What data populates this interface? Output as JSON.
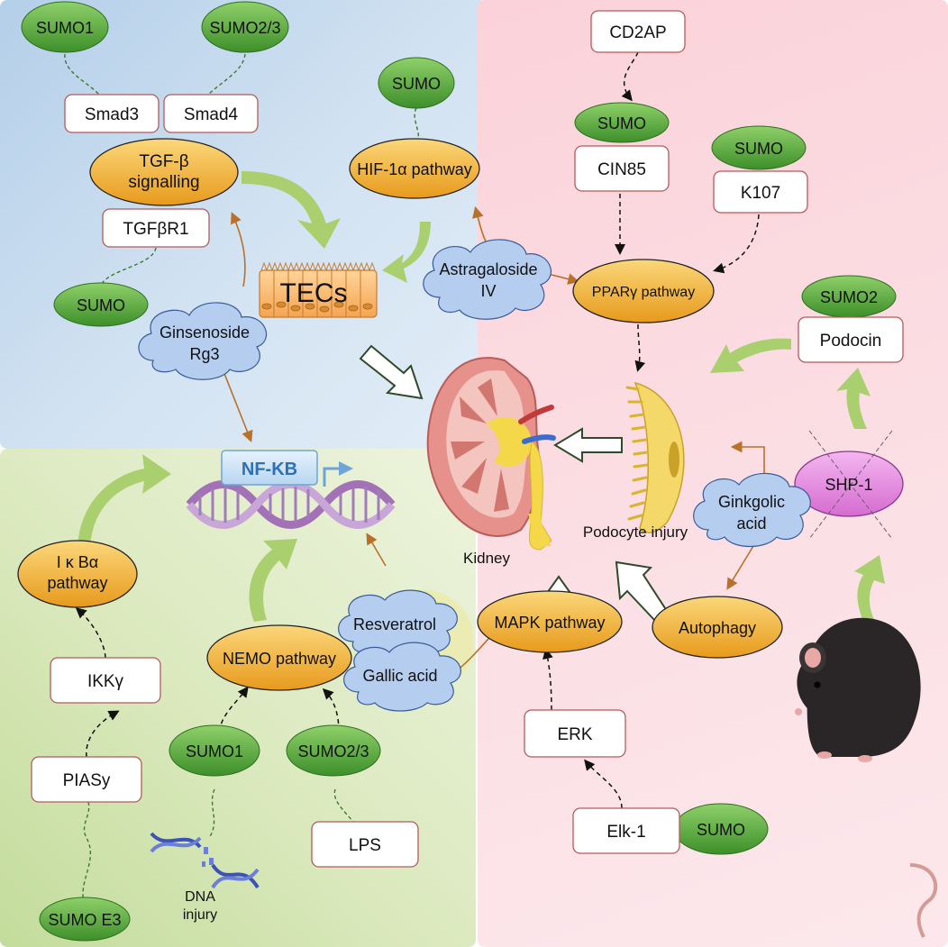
{
  "sumo": {
    "sumo1_a": "SUMO1",
    "sumo23_a": "SUMO2/3",
    "hif": "SUMO",
    "tgfbr1": "SUMO",
    "cin85": "SUMO",
    "k107": "SUMO",
    "podocin": "SUMO2",
    "sumo1_b": "SUMO1",
    "sumo23_b": "SUMO2/3",
    "e3": "SUMO E3",
    "elk1": "SUMO"
  },
  "boxes": {
    "smad3": "Smad3",
    "smad4": "Smad4",
    "tgfbr1": "TGFβR1",
    "cd2ap": "CD2AP",
    "cin85": "CIN85",
    "k107": "K107",
    "podocin": "Podocin",
    "ikky": "IKKγ",
    "piasy": "PIASy",
    "lps": "LPS",
    "erk": "ERK",
    "elk1": "Elk-1"
  },
  "pathways": {
    "tgfb_1": "TGF-β",
    "tgfb_2": "signalling",
    "hif": "HIF-1α pathway",
    "ppar": "PPARγ pathway",
    "ikba_1": "I κ Bα",
    "ikba_2": "pathway",
    "nemo": "NEMO pathway",
    "mapk": "MAPK pathway",
    "autophagy": "Autophagy",
    "shp1": "SHP-1"
  },
  "drugs": {
    "ginsenoside_1": "Ginsenoside",
    "ginsenoside_2": "Rg3",
    "astragaloside_1": "Astragaloside",
    "astragaloside_2": "IV",
    "resveratrol": "Resveratrol",
    "gallic": "Gallic acid",
    "ginkgolic_1": "Ginkgolic",
    "ginkgolic_2": "acid"
  },
  "labels": {
    "tecs": "TECs",
    "nfkb": "NF-KB",
    "kidney": "Kidney",
    "podocyte": "Podocyte injury",
    "dna_1": "DNA",
    "dna_2": "injury"
  },
  "colors": {
    "sumo_green": "#5aaa3c",
    "pathway_orange": "#f2b234",
    "drug_blue": "#b5cdee",
    "shp1_purple": "#e58fe0",
    "arrow_brown": "#b8712a",
    "arrow_green": "#a9cf6f"
  }
}
